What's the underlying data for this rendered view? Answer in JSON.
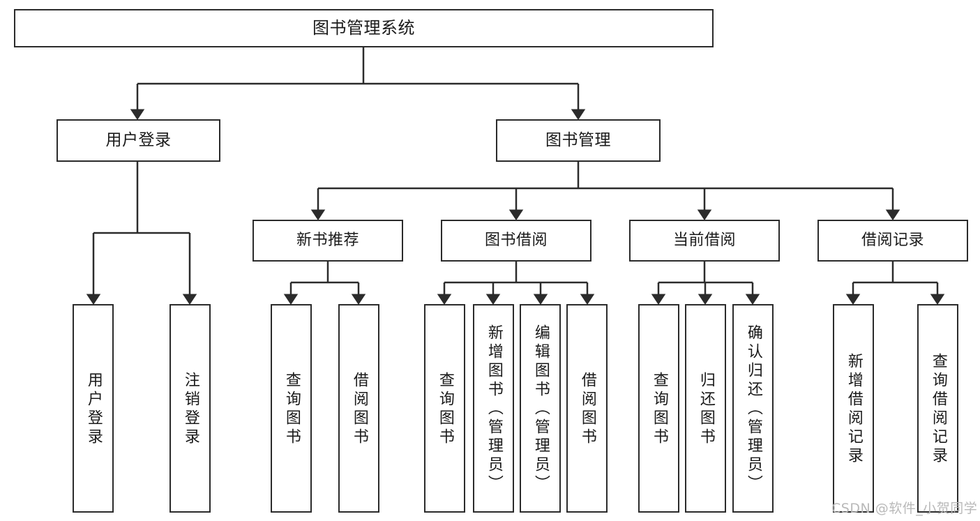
{
  "diagram": {
    "type": "tree",
    "title": "图书管理系统",
    "root": {
      "label": "图书管理系统"
    },
    "level2": [
      {
        "label": "用户登录"
      },
      {
        "label": "图书管理"
      }
    ],
    "level3": [
      {
        "label": "新书推荐"
      },
      {
        "label": "图书借阅"
      },
      {
        "label": "当前借阅"
      },
      {
        "label": "借阅记录"
      }
    ],
    "leaves": {
      "user_login": [
        {
          "label": "用户登录"
        },
        {
          "label": "注销登录"
        }
      ],
      "new_book_recommend": [
        {
          "label": "查询图书"
        },
        {
          "label": "借阅图书"
        }
      ],
      "book_borrow": [
        {
          "label": "查询图书"
        },
        {
          "label": "新增图书（管理员）"
        },
        {
          "label": "编辑图书（管理员）"
        },
        {
          "label": "借阅图书"
        }
      ],
      "current_borrow": [
        {
          "label": "查询图书"
        },
        {
          "label": "归还图书"
        },
        {
          "label": "确认归还（管理员）"
        }
      ],
      "borrow_record": [
        {
          "label": "新增借阅记录"
        },
        {
          "label": "查询借阅记录"
        }
      ]
    }
  },
  "watermark": {
    "text": "CSDN @软件_小贺同学"
  },
  "colors": {
    "background": "#ffffff",
    "border": "#2b2b2b",
    "text": "#1a1a1a",
    "watermark": "#b9b9b9"
  }
}
